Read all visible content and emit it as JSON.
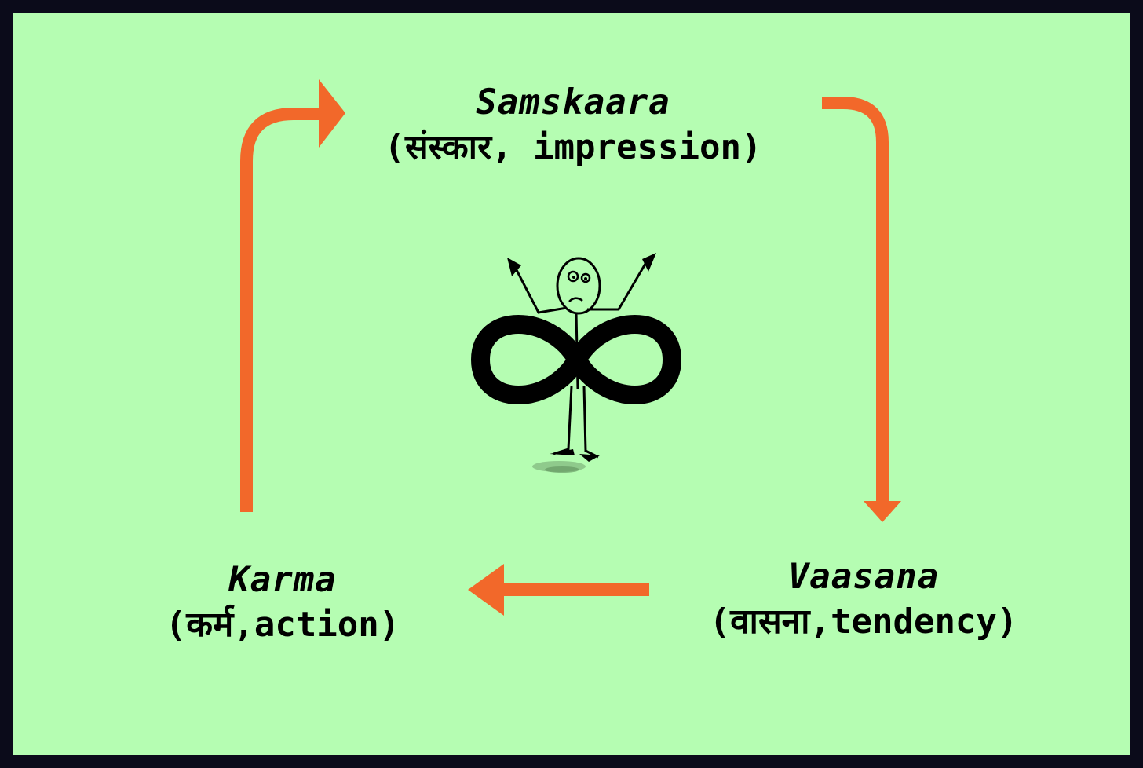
{
  "colors": {
    "background": "#b5fdb2",
    "border": "#0b0b1a",
    "arrow": "#f2682a",
    "text": "#000000"
  },
  "nodes": {
    "samskaara": {
      "name": "Samskaara",
      "open": "(",
      "devanagari": "संस्कार",
      "rest": ", impression)"
    },
    "vaasana": {
      "name": "Vaasana",
      "open": "(",
      "devanagari": "वासना",
      "rest": ",tendency)"
    },
    "karma": {
      "name": "Karma",
      "open": "(",
      "devanagari": "कर्म",
      "rest": ",action)"
    }
  },
  "center_figure": {
    "icon": "infinity-symbol-icon",
    "character": "stick-figure-icon"
  }
}
